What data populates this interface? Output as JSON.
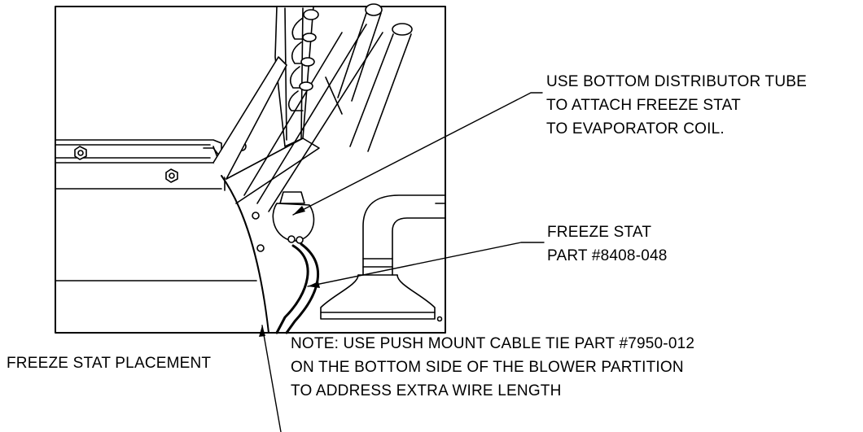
{
  "callouts": {
    "tube_line1": "USE BOTTOM DISTRIBUTOR TUBE",
    "tube_line2": "TO ATTACH FREEZE STAT",
    "tube_line3": "TO EVAPORATOR COIL.",
    "stat_line1": "FREEZE STAT",
    "stat_line2": "PART #8408-048",
    "caption": "FREEZE STAT PLACEMENT",
    "note_line1": "NOTE: USE PUSH MOUNT CABLE TIE PART #7950-012",
    "note_line2": "ON THE BOTTOM SIDE OF THE BLOWER PARTITION",
    "note_line3": "TO ADDRESS EXTRA WIRE LENGTH"
  },
  "colors": {
    "line": "#000000",
    "shade": "#e6e6e6",
    "background": "#ffffff"
  }
}
